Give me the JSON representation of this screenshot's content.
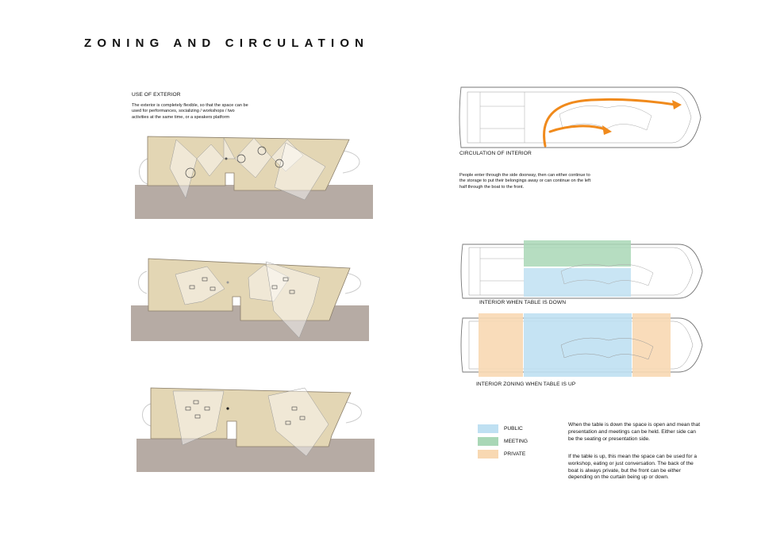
{
  "page_title": "ZONING AND CIRCULATION",
  "exterior": {
    "heading": "USE OF EXTERIOR",
    "description": "The exterior is completely flexible, so that the space can be used for performances, socializing / workshops / two activities at the same time, or a speakers platform"
  },
  "circulation": {
    "caption": "CIRCULATION OF INTERIOR",
    "description": "People enter through the side doorway, then can either continue to the storage to put their belongings away or can continue on the left half through the boat to the front."
  },
  "zoning": {
    "caption_down": "INTERIOR WHEN TABLE IS DOWN",
    "caption_up": "INTERIOR ZONING WHEN TABLE IS UP"
  },
  "legend": [
    {
      "label": "PUBLIC",
      "color": "#bfe0f2"
    },
    {
      "label": "MEETING",
      "color": "#a9d7b6"
    },
    {
      "label": "PRIVATE",
      "color": "#f8d8b2"
    }
  ],
  "notes": {
    "table_down": "When the table is down the space is open and mean that presentation and meetings can be held. Either side can be the seating or presentation side.",
    "table_up": "If the table is up, this mean the space can be used for a workshop, eating or just conversation. The back of the boat is always private, but the front can be either depending on the curtain being up or down."
  },
  "colors": {
    "deck": "#e3d6b4",
    "ground": "#b6aba4",
    "arrow": "#f08a1c"
  }
}
